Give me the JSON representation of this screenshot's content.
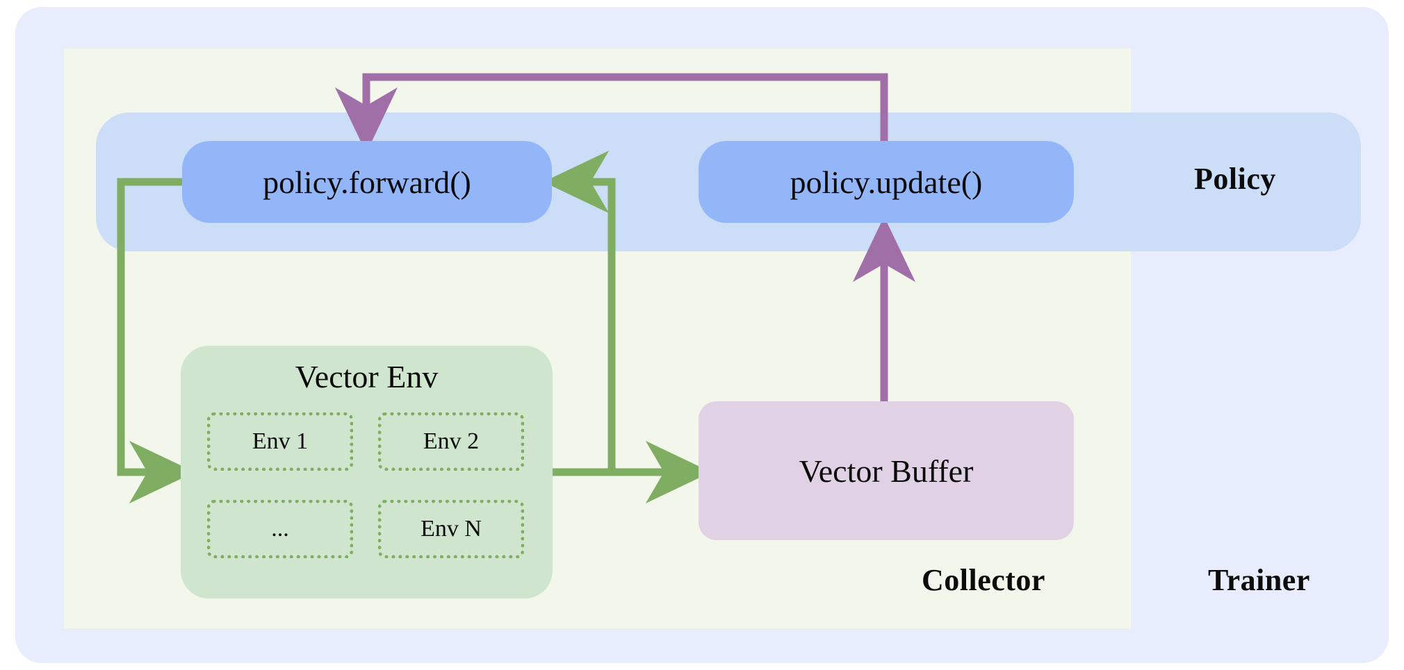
{
  "diagram": {
    "title": "Trainer / Collector / Policy reinforcement-learning loop",
    "zones": {
      "trainer_label": "Trainer",
      "collector_label": "Collector",
      "policy_label": "Policy"
    },
    "nodes": {
      "policy_forward": "policy.forward()",
      "policy_update": "policy.update()",
      "vector_buffer": "Vector Buffer",
      "vector_env_title": "Vector Env"
    },
    "env_cells": [
      {
        "label": "Env 1"
      },
      {
        "label": "Env 2"
      },
      {
        "label": "..."
      },
      {
        "label": "Env N"
      }
    ],
    "colors": {
      "trainer_bg": "#e7edfc",
      "collector_bg": "#f3f6ea",
      "policy_band_bg": "#ccdef7",
      "node_blue": "#93b6f9",
      "buffer_pink": "#e0d1e5",
      "vecenv_green": "#cfe5ce",
      "arrow_green": "#7fad62",
      "arrow_purple": "#a06fa8",
      "text": "#0a0a0a"
    },
    "edges": [
      {
        "name": "forward-to-env",
        "from": "policy.forward()",
        "to": "Vector Env",
        "color": "#7fad62"
      },
      {
        "name": "env-to-forward",
        "from": "Vector Env",
        "to": "policy.forward()",
        "color": "#7fad62"
      },
      {
        "name": "env-to-buffer",
        "from": "Vector Env",
        "to": "Vector Buffer",
        "color": "#7fad62"
      },
      {
        "name": "buffer-to-update",
        "from": "Vector Buffer",
        "to": "policy.update()",
        "color": "#a06fa8"
      },
      {
        "name": "update-to-forward",
        "from": "policy.update()",
        "to": "policy.forward()",
        "color": "#a06fa8"
      }
    ]
  }
}
